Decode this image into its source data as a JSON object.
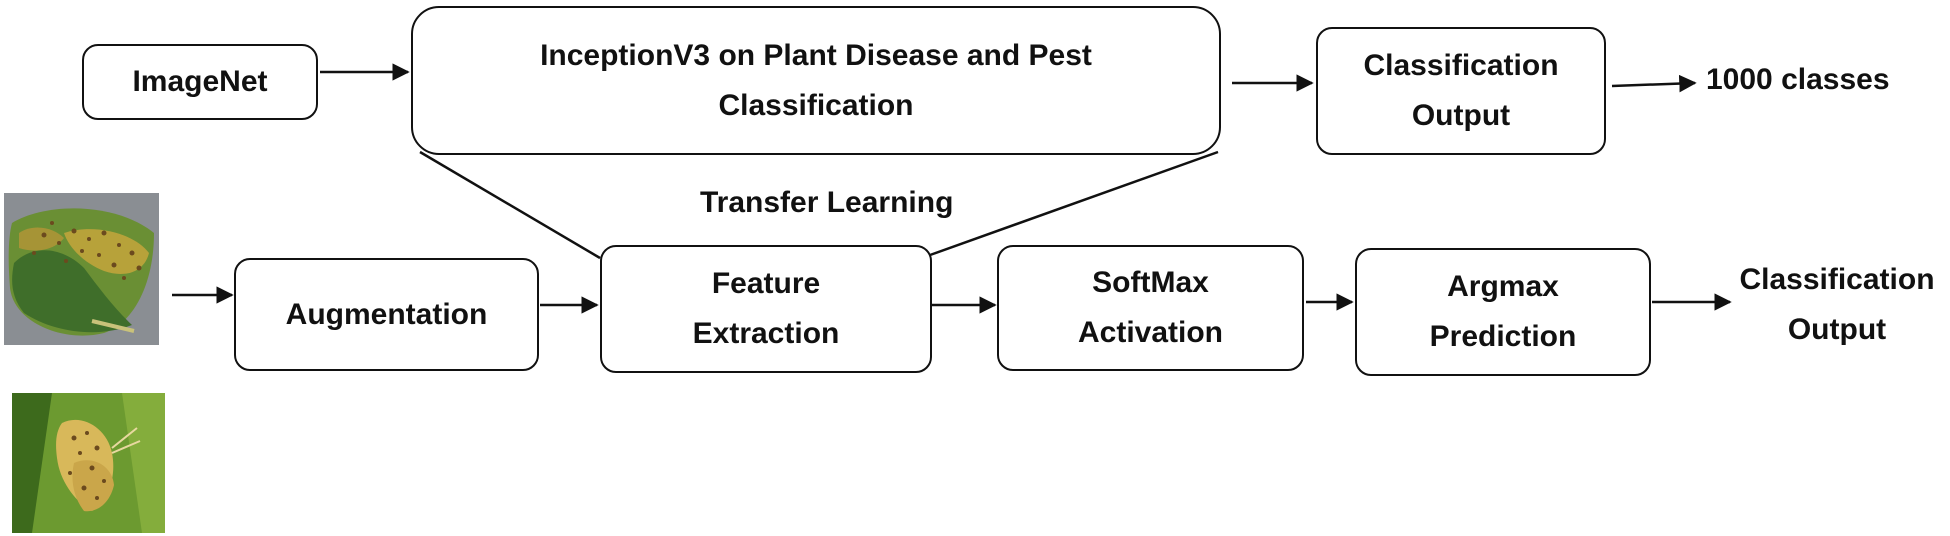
{
  "diagram": {
    "boxes": {
      "imagenet": "ImageNet",
      "inception": [
        "InceptionV3 on Plant Disease and Pest",
        "Classification"
      ],
      "classification_top": [
        "Classification",
        "Output"
      ],
      "augmentation": "Augmentation",
      "feature": [
        "Feature",
        "Extraction"
      ],
      "softmax": [
        "SoftMax",
        "Activation"
      ],
      "argmax": [
        "Argmax",
        "Prediction"
      ]
    },
    "labels": {
      "classes": "1000 classes",
      "transfer": "Transfer Learning",
      "final_output": [
        "Classification",
        "Output"
      ]
    },
    "images": {
      "leaf": "diseased-leaf-icon",
      "pest": "moth-pest-icon"
    },
    "colors": {
      "line": "#111111",
      "leaf_green": "#4f7a2e",
      "leaf_yellow": "#b7a23a",
      "spot": "#6b4a1e",
      "pest_bg": "#5f8a2a",
      "moth": "#d8b85a"
    }
  }
}
